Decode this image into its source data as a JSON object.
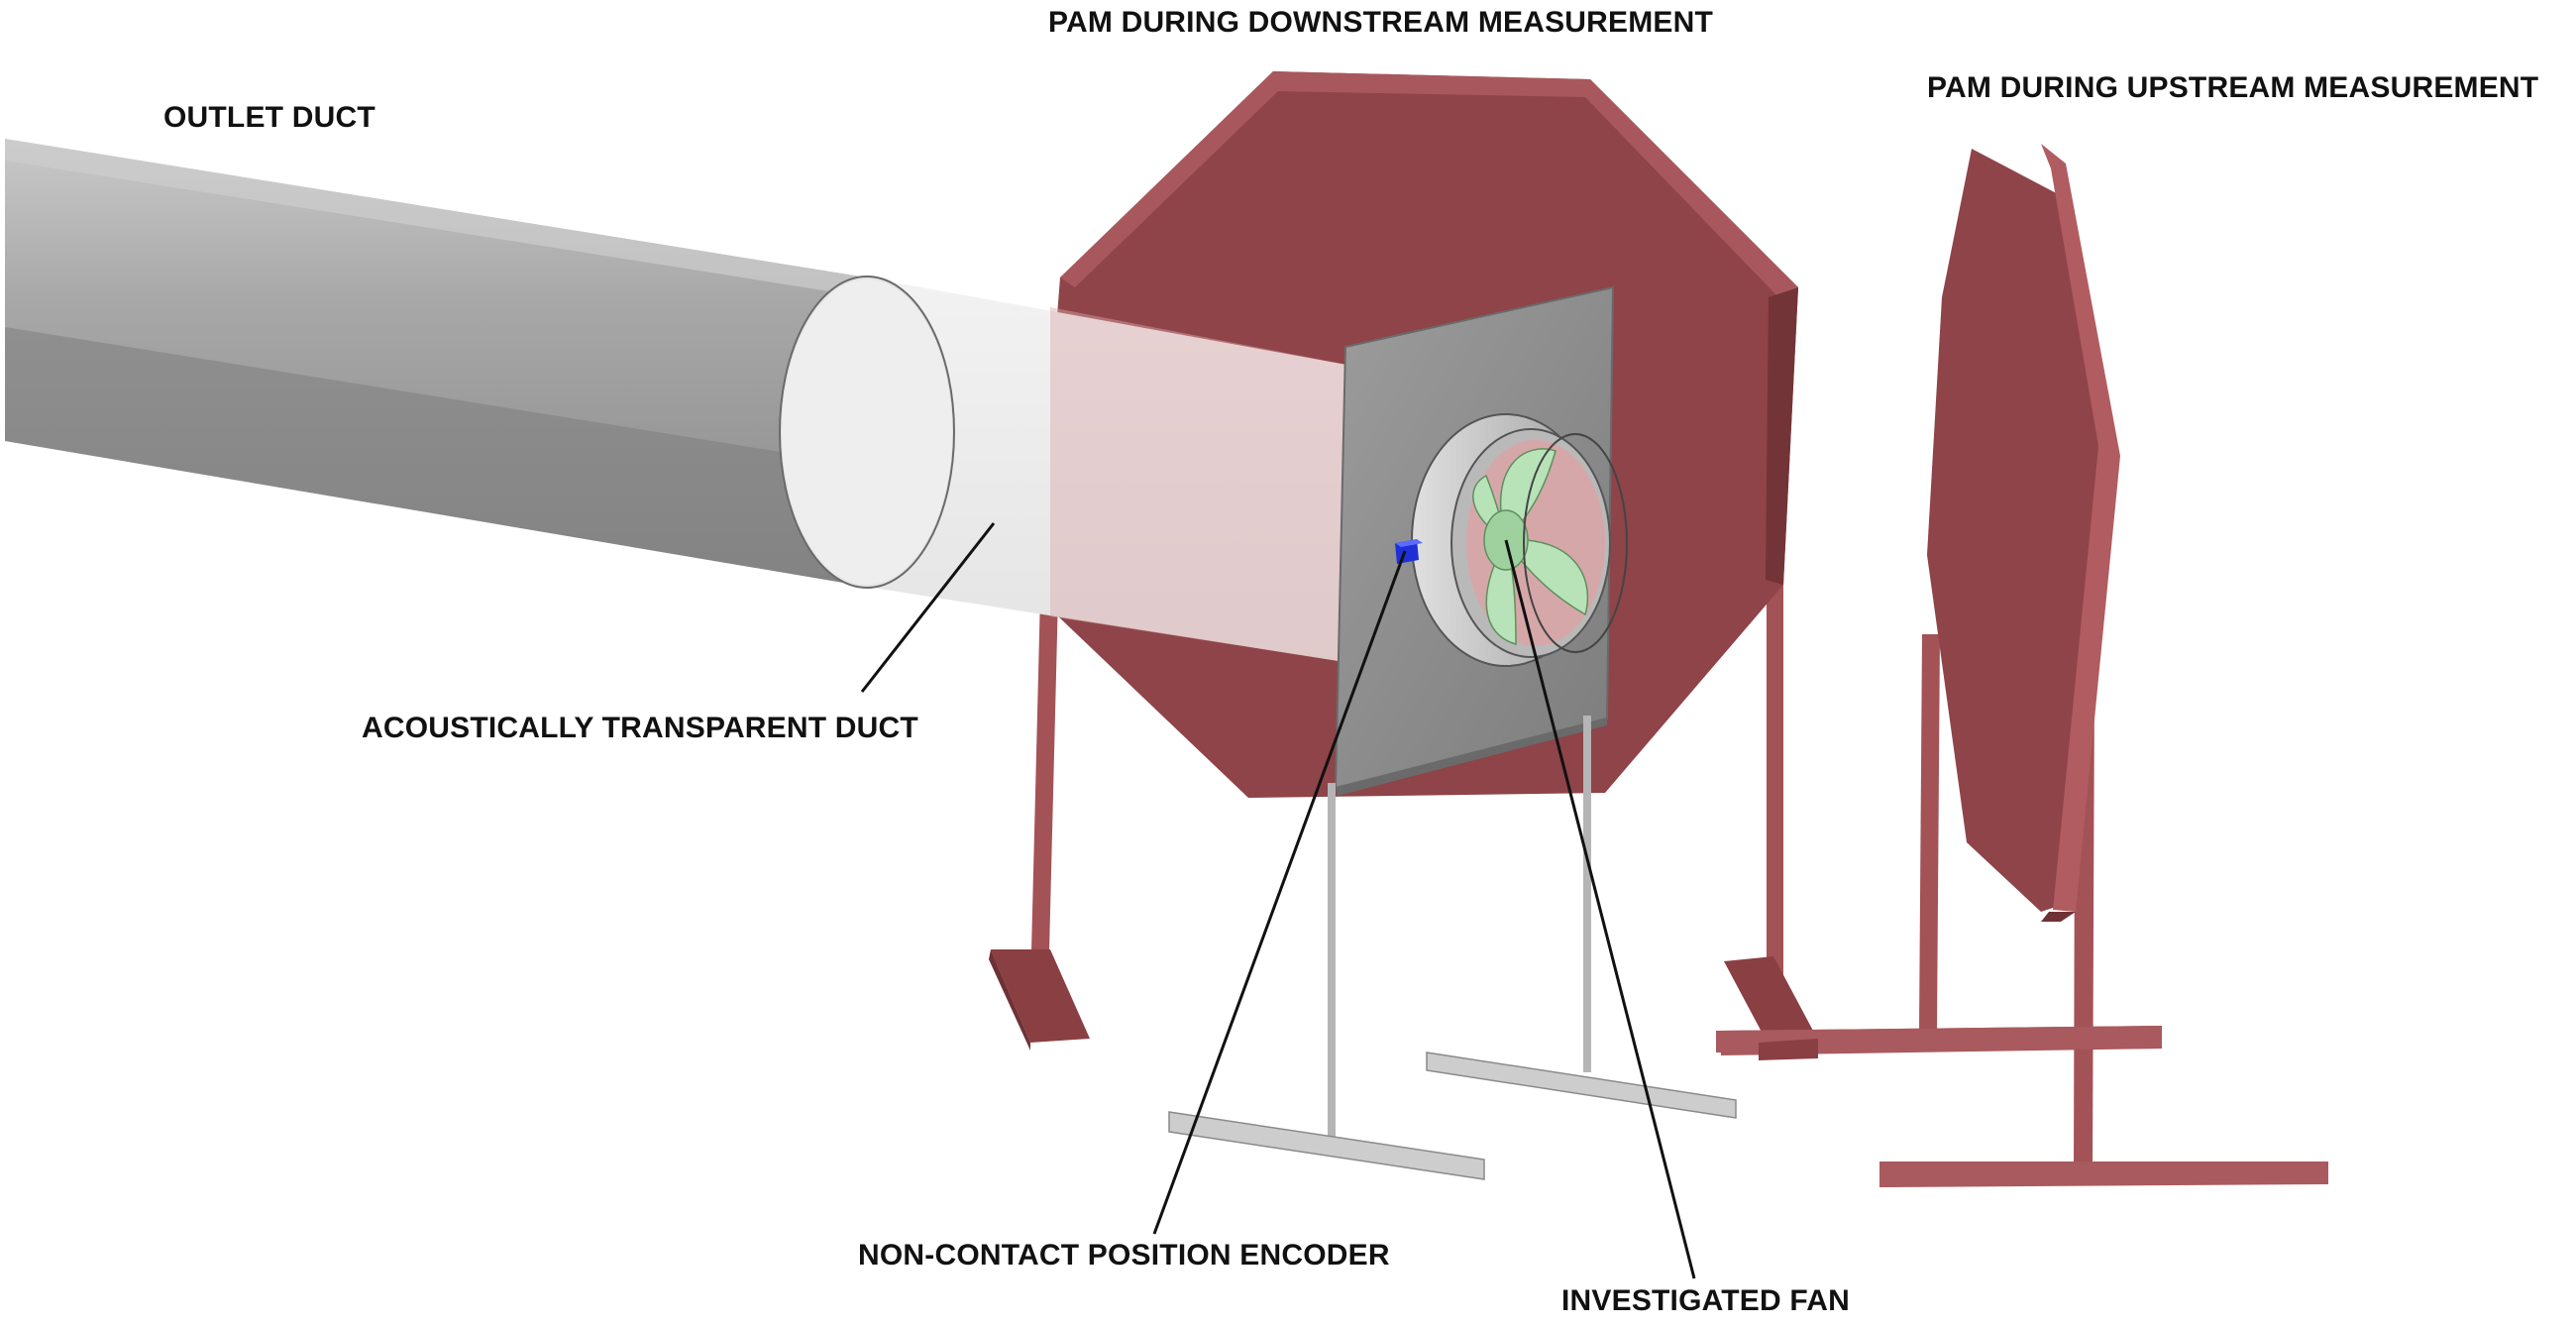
{
  "labels": {
    "outlet_duct": "OUTLET DUCT",
    "pam_downstream": "PAM DURING DOWNSTREAM MEASUREMENT",
    "pam_upstream": "PAM DURING UPSTREAM MEASUREMENT",
    "transparent_duct": "ACOUSTICALLY TRANSPARENT DUCT",
    "position_encoder": "NON-CONTACT POSITION ENCODER",
    "investigated_fan": "INVESTIGATED FAN"
  },
  "colors": {
    "pam_red": "#8e4448",
    "pam_red_dark": "#6e3236",
    "pam_red_light": "#b05c60",
    "duct_gray": "#9a9a9a",
    "panel_gray": "#8f8f8f",
    "fan_green": "#b8e3b8",
    "encoder_blue": "#1e2fd6"
  }
}
